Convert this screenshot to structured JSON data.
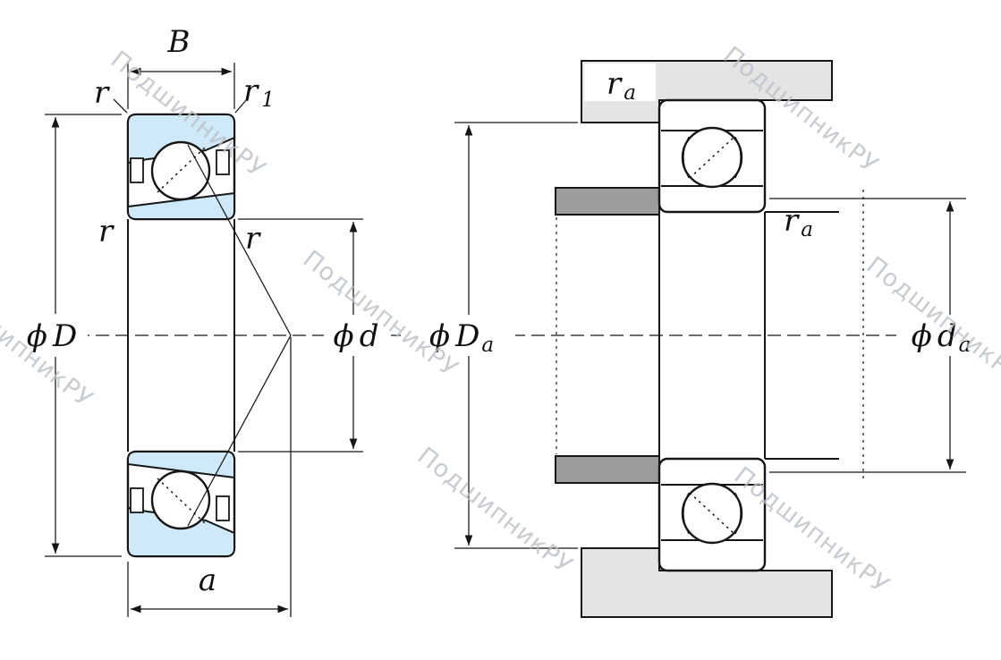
{
  "watermark": {
    "text": "ПодшипникРУ"
  },
  "left_view": {
    "dim_B": "B",
    "dim_r_top_left": "r",
    "dim_r1": {
      "main": "r",
      "sub": "1"
    },
    "dim_r_mid_left": "r",
    "dim_r_mid_right": "r",
    "dim_D": {
      "phi": "ϕ",
      "main": "D"
    },
    "dim_d": {
      "phi": "ϕ",
      "main": "d"
    },
    "dim_a": "a"
  },
  "right_view": {
    "dim_ra_top": {
      "main": "r",
      "sub": "a"
    },
    "dim_ra_mid": {
      "main": "r",
      "sub": "a"
    },
    "dim_Da": {
      "phi": "ϕ",
      "main": "D",
      "sub": "a"
    },
    "dim_da": {
      "phi": "ϕ",
      "main": "d",
      "sub": "a"
    }
  },
  "colors": {
    "bearing_fill": "#cfe9f8",
    "housing_fill": "#e4e4e4",
    "shaft_shoulder_fill": "#9c9c9c",
    "line": "#161616",
    "watermark": "#b9c0c7"
  }
}
